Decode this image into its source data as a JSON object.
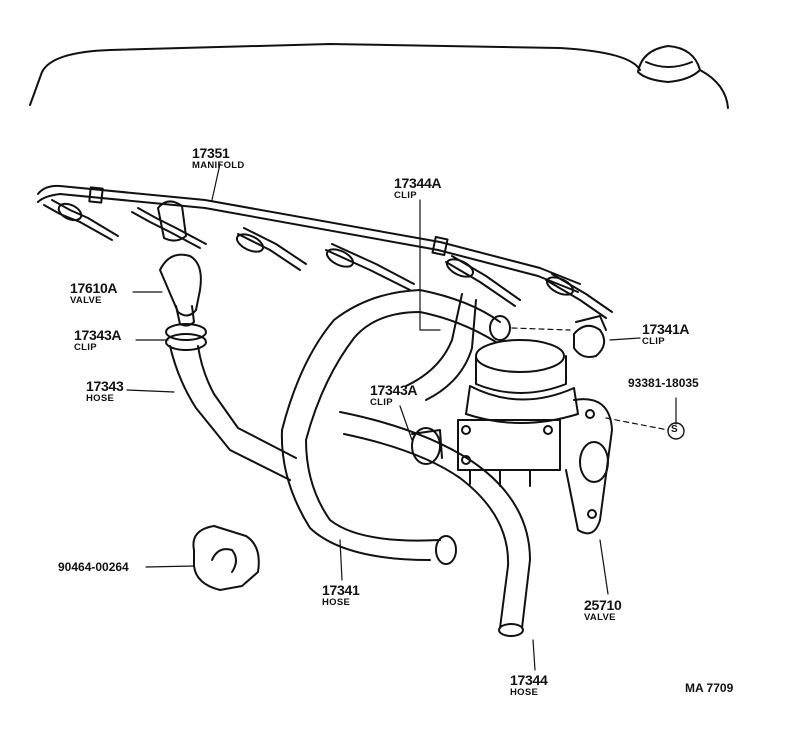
{
  "parts": [
    {
      "id": "manifold",
      "number": "17351",
      "name": "MANIFOLD"
    },
    {
      "id": "clip-17344a",
      "number": "17344A",
      "name": "CLIP"
    },
    {
      "id": "valve-17610a",
      "number": "17610A",
      "name": "VALVE"
    },
    {
      "id": "clip-17343a-top",
      "number": "17343A",
      "name": "CLIP"
    },
    {
      "id": "hose-17343",
      "number": "17343",
      "name": "HOSE"
    },
    {
      "id": "clip-17341a",
      "number": "17341A",
      "name": "CLIP"
    },
    {
      "id": "clip-17343a-mid",
      "number": "17343A",
      "name": "CLIP"
    },
    {
      "id": "bolt-93381",
      "number": "93381-18035",
      "name": "S"
    },
    {
      "id": "clamp-90464",
      "number": "90464-00264",
      "name": ""
    },
    {
      "id": "hose-17341",
      "number": "17341",
      "name": "HOSE"
    },
    {
      "id": "valve-25710",
      "number": "25710",
      "name": "VALVE"
    },
    {
      "id": "hose-17344",
      "number": "17344",
      "name": "HOSE"
    }
  ],
  "figure_ref": "MA 7709",
  "colors": {
    "ink": "#111111",
    "paper": "#ffffff"
  }
}
